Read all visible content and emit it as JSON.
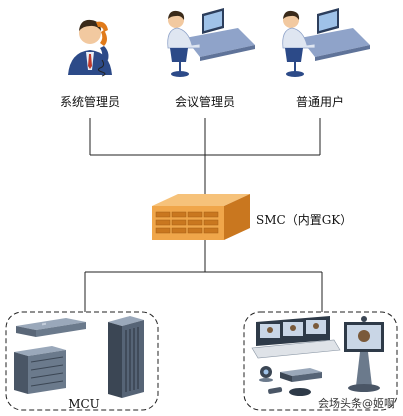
{
  "users": {
    "system_admin_label": "系统管理员",
    "conference_admin_label": "会议管理员",
    "normal_user_label": "普通用户"
  },
  "server": {
    "label": "SMC（内置GK）"
  },
  "mcu_group": {
    "label": "MCU"
  },
  "watermark": {
    "text": "会场头条@姬啊"
  },
  "colors": {
    "line": "#222222",
    "server_orange": "#f0a64a",
    "server_orange_dark": "#c9771f",
    "person_blue": "#2c4a88",
    "desk_blue": "#8fa3c9",
    "device_gray": "#6b7a8c",
    "device_dark": "#3b4654"
  }
}
